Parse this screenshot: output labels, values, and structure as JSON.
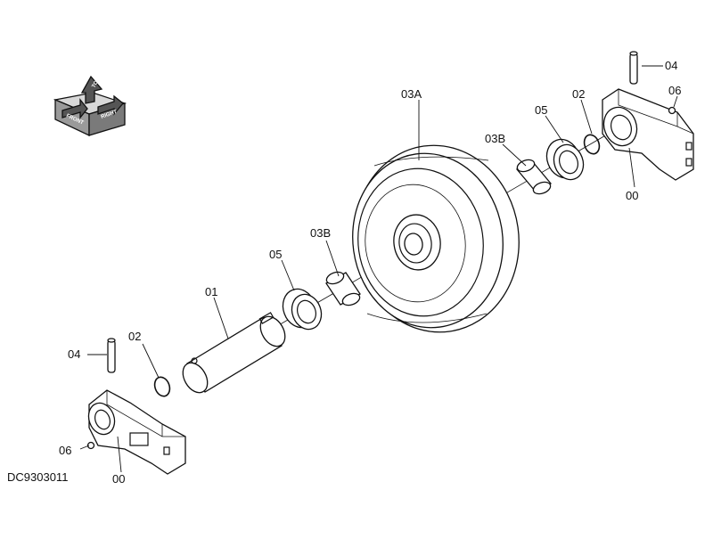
{
  "diagram_id": "DC9303011",
  "orientation_cube": {
    "top": "TOP",
    "front": "FRONT",
    "right": "RIGHT"
  },
  "callouts": {
    "wheel": "03A",
    "bushing_right": "03B",
    "bushing_left": "03B",
    "seal_right": "05",
    "seal_left": "05",
    "oring_right": "02",
    "oring_left": "02",
    "pin_right": "04",
    "pin_left": "04",
    "plug_right": "06",
    "plug_left": "06",
    "support_right": "00",
    "support_left": "00",
    "shaft": "01"
  }
}
